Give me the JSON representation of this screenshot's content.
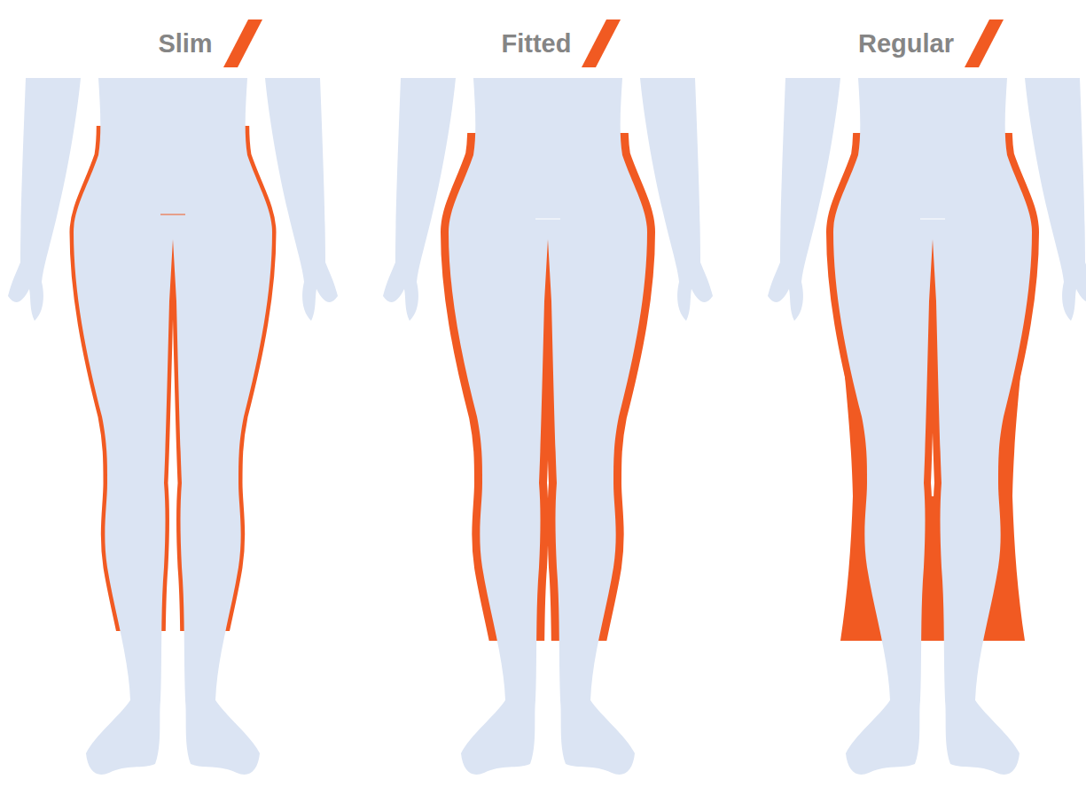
{
  "diagram": {
    "labels": [
      "Slim",
      "Fitted",
      "Regular"
    ]
  }
}
